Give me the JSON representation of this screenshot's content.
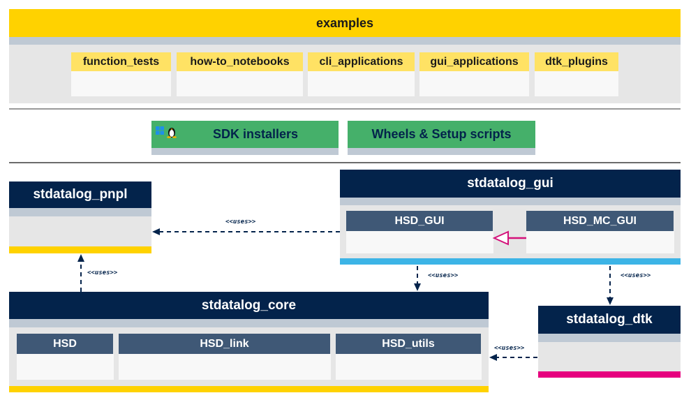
{
  "examples": {
    "title": "examples",
    "items": [
      {
        "label": "function_tests"
      },
      {
        "label": "how-to_notebooks"
      },
      {
        "label": "cli_applications"
      },
      {
        "label": "gui_applications"
      },
      {
        "label": "dtk_plugins"
      }
    ]
  },
  "installers": {
    "sdk": {
      "label": "SDK installers",
      "icons": [
        "windows-icon",
        "linux-tux-icon"
      ]
    },
    "wheels": {
      "label": "Wheels & Setup scripts"
    }
  },
  "packages": {
    "pnpl": {
      "title": "stdatalog_pnpl",
      "accent": "#ffd200"
    },
    "gui": {
      "title": "stdatalog_gui",
      "accent": "#3cb4e6",
      "modules": [
        {
          "label": "HSD_GUI"
        },
        {
          "label": "HSD_MC_GUI"
        }
      ]
    },
    "core": {
      "title": "stdatalog_core",
      "accent": "#ffd200",
      "modules": [
        {
          "label": "HSD"
        },
        {
          "label": "HSD_link"
        },
        {
          "label": "HSD_utils"
        }
      ]
    },
    "dtk": {
      "title": "stdatalog_dtk",
      "accent": "#e6007e"
    }
  },
  "relations": {
    "gui_to_pnpl": "<<uses>>",
    "core_to_pnpl": "<<uses>>",
    "gui_to_core": "<<uses>>",
    "gui_to_dtk": "<<uses>>",
    "dtk_to_core": "<<uses>>",
    "mc_gui_inherits_gui": "inheritance"
  },
  "colors": {
    "navy": "#03234b",
    "yellow": "#ffd200",
    "green": "#45b06a",
    "blue": "#3cb4e6",
    "magenta": "#e6007e"
  }
}
